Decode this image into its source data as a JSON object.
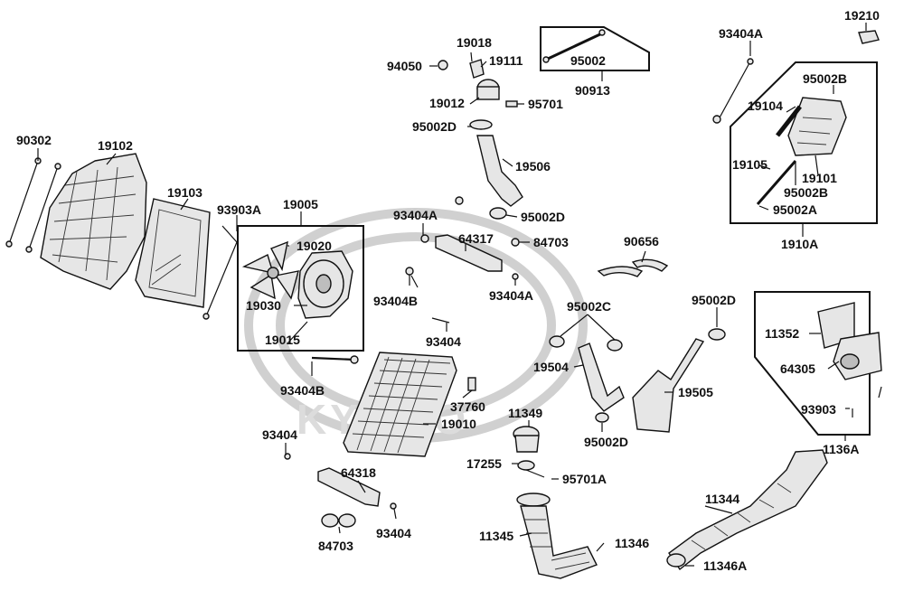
{
  "watermark": {
    "brand": "KYMCO"
  },
  "labels": {
    "l_19210": "19210",
    "l_93404A_top": "93404A",
    "l_95002B_top": "95002B",
    "l_19104": "19104",
    "l_19105": "19105",
    "l_19101": "19101",
    "l_95002B_mid": "95002B",
    "l_95002A": "95002A",
    "l_1910A": "1910A",
    "l_19018": "19018",
    "l_94050": "94050",
    "l_19111": "19111",
    "l_19012": "19012",
    "l_95701": "95701",
    "l_95002D_top": "95002D",
    "l_95002": "95002",
    "l_90913": "90913",
    "l_19506": "19506",
    "l_95002D_mid": "95002D",
    "l_93404A_mid": "93404A",
    "l_64317": "64317",
    "l_84703_mid": "84703",
    "l_93404A_low": "93404A",
    "l_90656": "90656",
    "l_90302": "90302",
    "l_19102": "19102",
    "l_19103": "19103",
    "l_93903A": "93903A",
    "l_19005": "19005",
    "l_19020": "19020",
    "l_19030": "19030",
    "l_19015": "19015",
    "l_93404B_mid": "93404B",
    "l_93404_mid": "93404",
    "l_93404B_low": "93404B",
    "l_95002C": "95002C",
    "l_95002D_right": "95002D",
    "l_19504": "19504",
    "l_19505": "19505",
    "l_95002D_low": "95002D",
    "l_11352": "11352",
    "l_64305": "64305",
    "l_93903": "93903",
    "l_1136A": "1136A",
    "l_37760": "37760",
    "l_19010": "19010",
    "l_11349": "11349",
    "l_93404_left": "93404",
    "l_64318": "64318",
    "l_17255": "17255",
    "l_95701A": "95701A",
    "l_84703_low": "84703",
    "l_93404_low": "93404",
    "l_11344": "11344",
    "l_11345": "11345",
    "l_11346": "11346",
    "l_11346A": "11346A"
  }
}
